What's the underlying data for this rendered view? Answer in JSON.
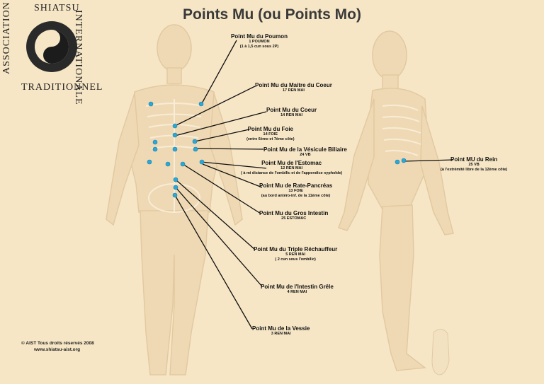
{
  "title": "Points Mu (ou Points Mo)",
  "logo": {
    "left": "ASSOCIATION",
    "top": "SHIATSU",
    "right": "INTERNATIONALE",
    "bottom": "TRADITIONNEL"
  },
  "copyright": {
    "line1": "AIST Tous droits réservés 2008",
    "line2": "www.shiatsu-aist.org"
  },
  "points": [
    {
      "name": "Point Mu du Poumon",
      "sub1": "1 POUMON",
      "sub2": "(1 à 1,5 cun sous 2P)"
    },
    {
      "name": "Point Mu du Maitre du Coeur",
      "sub1": "17 REN MAI",
      "sub2": ""
    },
    {
      "name": "Point Mu du Coeur",
      "sub1": "14 REN MAI",
      "sub2": ""
    },
    {
      "name": "Point Mu du Foie",
      "sub1": "14 FOIE",
      "sub2": "(entre 6ème et 7ème côte)"
    },
    {
      "name": "Point Mu de la Vésicule Biliaire",
      "sub1": "24 VB",
      "sub2": ""
    },
    {
      "name": "Point Mu de l'Estomac",
      "sub1": "12 REN MAI",
      "sub2": "( à mi distance de l'ombilic et de l'appendice xyphoïde)"
    },
    {
      "name": "Point Mu de Rate-Pancréas",
      "sub1": "13 FOIE",
      "sub2": "(au bord antéro-inf. de la 11ème côte)"
    },
    {
      "name": "Point Mu du Gros Intestin",
      "sub1": "25 ESTOMAC",
      "sub2": ""
    },
    {
      "name": "Point Mu du Triple Réchauffeur",
      "sub1": "5 REN MAI",
      "sub2": "( 2 cun sous l'ombilic)"
    },
    {
      "name": "Point Mu de l'Intestin Grêle",
      "sub1": "4 REN MAI",
      "sub2": ""
    },
    {
      "name": "Point Mu de la Vessie",
      "sub1": "3 REN MAI",
      "sub2": ""
    },
    {
      "name": "Point MU du Rein",
      "sub1": "25 VB",
      "sub2": "(à l'extrémité libre de la 12ème côte)"
    }
  ],
  "colors": {
    "background": "#f6e6c6",
    "point": "#2aa8d8",
    "body": "#efd9b4",
    "outline": "#e0c9a2"
  }
}
